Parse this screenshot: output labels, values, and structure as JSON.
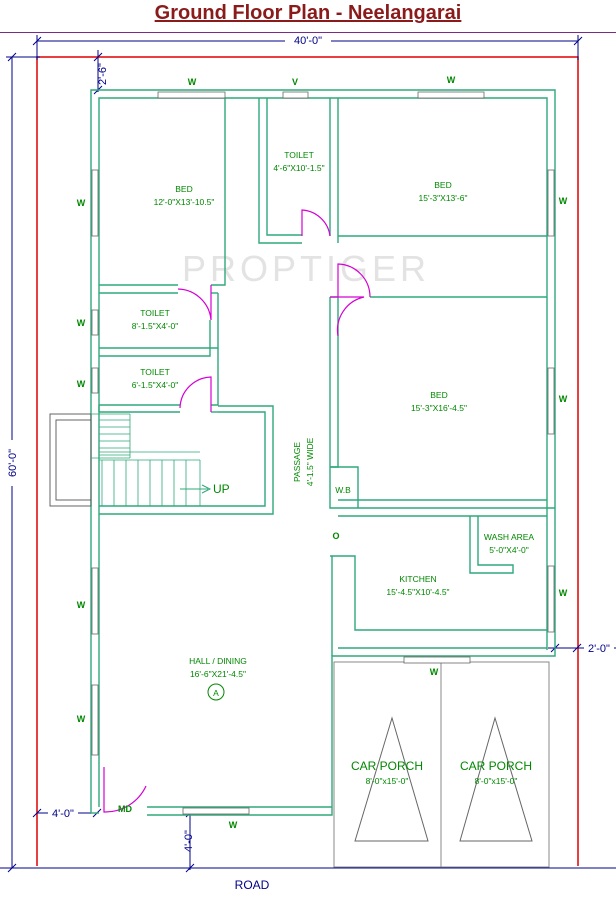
{
  "title": "Ground Floor Plan - Neelangarai",
  "watermark": "PROPTIGER",
  "dimensions": {
    "width_total": "40'-0\"",
    "height_total": "60'-0\"",
    "top_setback": "2'-6\"",
    "left_setback": "4'-0\"",
    "right_setback": "2'-0\"",
    "front_setback": "4'-0\""
  },
  "rooms": {
    "bed_1": {
      "name": "BED",
      "size": "12'-0\"X13'-10.5\""
    },
    "toilet_top": {
      "name": "TOILET",
      "size": "4'-6\"X10'-1.5\""
    },
    "bed_2": {
      "name": "BED",
      "size": "15'-3\"X13'-6\""
    },
    "toilet_1": {
      "name": "TOILET",
      "size": "8'-1.5\"X4'-0\""
    },
    "toilet_2": {
      "name": "TOILET",
      "size": "6'-1.5\"X4'-0\""
    },
    "bed_3": {
      "name": "BED",
      "size": "15'-3\"X16'-4.5\""
    },
    "passage": {
      "name": "PASSAGE",
      "size": "4'-1.5\" WIDE"
    },
    "wb": {
      "name": "W.B"
    },
    "wash_area": {
      "name": "WASH AREA",
      "size": "5'-0\"X4'-0\""
    },
    "kitchen": {
      "name": "KITCHEN",
      "size": "15'-4.5\"X10'-4.5\""
    },
    "hall": {
      "name": "HALL / DINING",
      "size": "16'-6\"X21'-4.5\"",
      "marker": "A"
    },
    "car_porch_1": {
      "name": "CAR PORCH",
      "size": "8'-0\"x15'-0\""
    },
    "car_porch_2": {
      "name": "CAR PORCH",
      "size": "8'-0\"x15'-0\""
    }
  },
  "markers": {
    "window": "W",
    "ventilator": "V",
    "up": "UP",
    "main_door": "MD",
    "o": "O"
  },
  "road": "ROAD"
}
